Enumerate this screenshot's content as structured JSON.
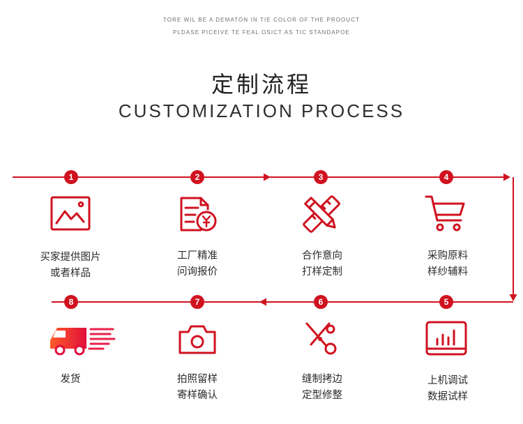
{
  "header": {
    "tagline_line1": "TORE WIL BE A DEMATON IN TIE COLOR OF THE PROOUCT",
    "tagline_line2": "PLDASE PICEIVE TE FEAL OSICT AS TIC STANDAPOE",
    "title_cn": "定制流程",
    "title_en": "CUSTOMIZATION PROCESS"
  },
  "colors": {
    "accent": "#d0121f",
    "text": "#2b2b2b"
  },
  "steps": [
    {
      "number": "1",
      "icon": "image-icon",
      "line1": "买家提供图片",
      "line2": "或者样品"
    },
    {
      "number": "2",
      "icon": "document-price-icon",
      "line1": "工厂精准",
      "line2": "问询报价"
    },
    {
      "number": "3",
      "icon": "pencil-ruler-icon",
      "line1": "合作意向",
      "line2": "打样定制"
    },
    {
      "number": "4",
      "icon": "shopping-cart-icon",
      "line1": "采购原料",
      "line2": "样纱辅料"
    },
    {
      "number": "5",
      "icon": "bar-chart-monitor-icon",
      "line1": "上机调试",
      "line2": "数据试样"
    },
    {
      "number": "6",
      "icon": "scissors-icon",
      "line1": "缝制拷边",
      "line2": "定型修整"
    },
    {
      "number": "7",
      "icon": "camera-icon",
      "line1": "拍照留样",
      "line2": "寄样确认"
    },
    {
      "number": "8",
      "icon": "delivery-truck-icon",
      "line1": "发货",
      "line2": ""
    }
  ]
}
